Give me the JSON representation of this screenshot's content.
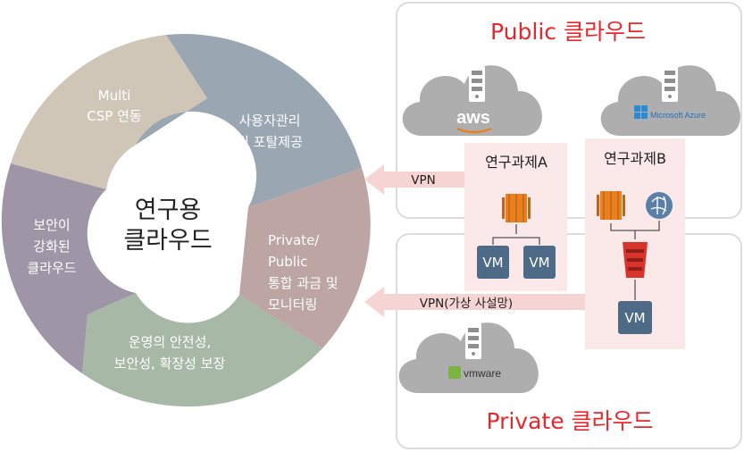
{
  "center": {
    "line1": "연구용",
    "line2": "클라우드"
  },
  "segments": [
    {
      "lines": [
        "Multi",
        "CSP 연동"
      ],
      "color": "#cfc6b8"
    },
    {
      "lines": [
        "사용자관리",
        "및 포탈제공"
      ],
      "color": "#9aa6b2"
    },
    {
      "lines": [
        "Private/",
        "Public",
        "통합 과금 및",
        "모니터링"
      ],
      "color": "#bca5a3"
    },
    {
      "lines": [
        "운영의 안전성,",
        "보안성, 확장성 보장"
      ],
      "color": "#a8b8a6"
    },
    {
      "lines": [
        "보안이",
        "강화된",
        "클라우드"
      ],
      "color": "#9e95a6"
    }
  ],
  "public_cloud": {
    "title": "Public 클라우드",
    "providers": [
      "aws",
      "Microsoft Azure"
    ]
  },
  "private_cloud": {
    "title": "Private 클라우드",
    "provider": "vmware"
  },
  "project_a": {
    "title": "연구과제A",
    "vms": [
      "VM",
      "VM"
    ]
  },
  "project_b": {
    "title": "연구과제B",
    "vm": "VM"
  },
  "links": {
    "vpn": "VPN",
    "vpn_private": "VPN(가상 사설망)"
  },
  "colors": {
    "accent_red": "#e8262b",
    "aws_orange": "#e8801e",
    "vm_blue": "#4d6b86",
    "pink_bg": "#fbe8e8",
    "cloud_gray": "#aeaeae"
  }
}
